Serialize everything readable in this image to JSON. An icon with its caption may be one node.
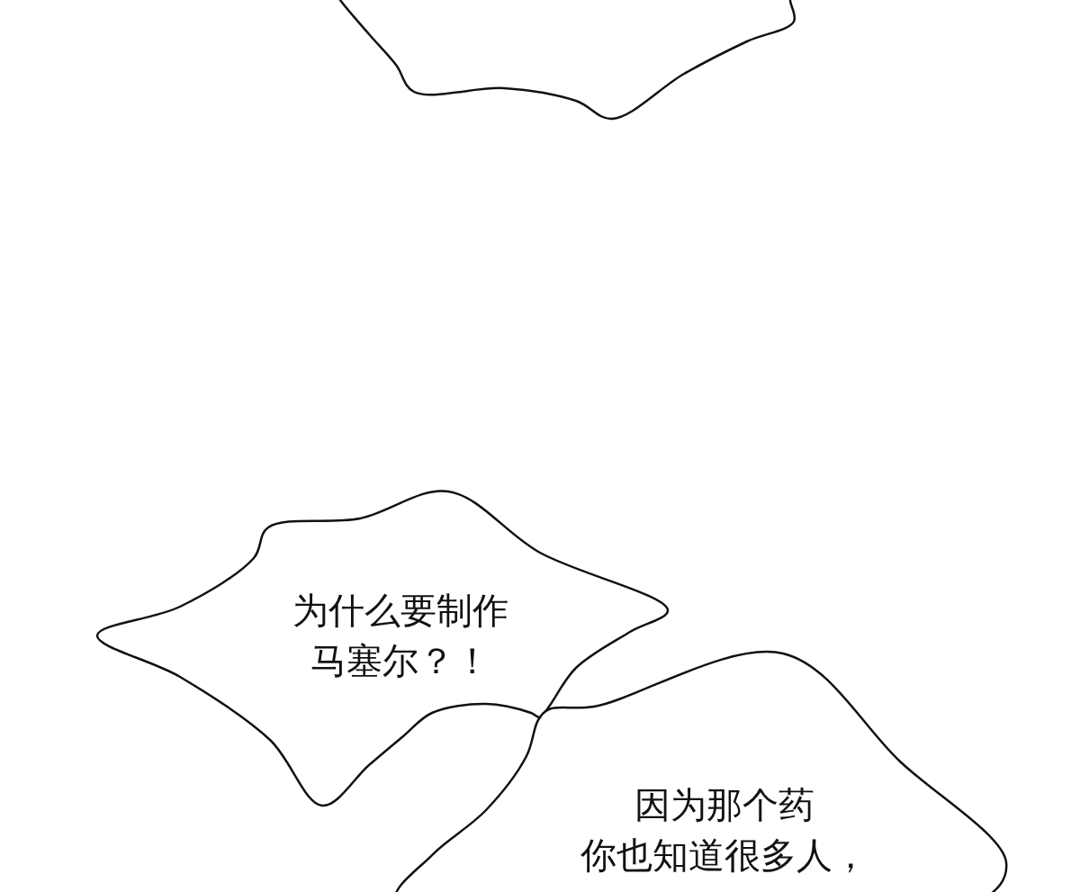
{
  "diagram": {
    "nodes": [
      {
        "text": [],
        "shape": "bubble"
      },
      {
        "text": [
          "为什么要制作马塞尔？！"
        ]
      },
      {
        "text": [
          "因为那个药你也知道很多人，"
        ]
      }
    ]
  }
}
